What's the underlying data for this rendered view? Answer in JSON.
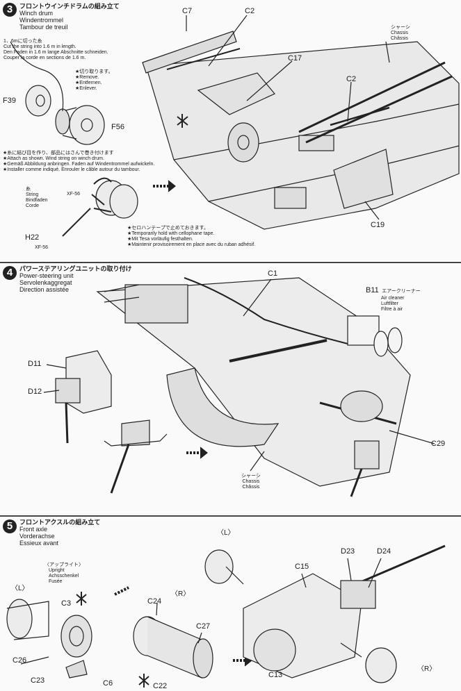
{
  "step3": {
    "number": "3",
    "title_jp": "フロントウインチドラムの組み立て",
    "title_en": "Winch drum",
    "title_de": "Windentrommel",
    "title_fr": "Tambour de treuil",
    "cut_jp": "1．6mに切った糸",
    "cut_en": "Cut the string into 1.6 m in length.",
    "cut_de": "Den Faden in 1.6 m lange Abschnitte schneiden.",
    "cut_fr": "Couper la corde en sections de 1.6 m.",
    "remove_jp": "★切り取ります。",
    "remove_en": "★Remove.",
    "remove_de": "★Entfernen.",
    "remove_fr": "★Enlever.",
    "attach_jp": "★糸に結び目を作り、部品にはさんで巻き付けます",
    "attach_en": "★Attach as shown. Wind string on winch drum.",
    "attach_de": "★Gemäß Abbildung anbringen. Faden auf Windentrommel aufwickeln.",
    "attach_fr": "★Installer comme indiqué. Enrouler le câble autour du tambour.",
    "string_jp": "糸",
    "string_en": "String",
    "string_de": "Bindfaden",
    "string_fr": "Corde",
    "tape_jp": "★セロハンテープで止めておきます。",
    "tape_en": "★Temporarily hold with cellophane tape.",
    "tape_de": "★Mit Tesa vorläufig festhalten.",
    "tape_fr": "★Maintenir provisoirement en place avec du ruban adhésif.",
    "chassis_jp": "シャーシ",
    "chassis_en": "Chassis",
    "chassis_fr": "Châssis",
    "parts": {
      "F39": "F39",
      "F56": "F56",
      "H22": "H22",
      "XF56a": "XF-56",
      "XF56b": "XF-56",
      "C7": "C7",
      "C2a": "C2",
      "C17": "C17",
      "C2b": "C2",
      "C19": "C19"
    }
  },
  "step4": {
    "number": "4",
    "title_jp": "パワーステアリングユニットの取り付け",
    "title_en": "Power-steering unit",
    "title_de": "Servolenkaggregat",
    "title_fr": "Direction assistée",
    "air_part": "B11",
    "air_jp": "エアークリーナー",
    "air_en": "Air cleaner",
    "air_de": "Luftfilter",
    "air_fr": "Filtre à air",
    "chassis_jp": "シャーシ",
    "chassis_en": "Chassis",
    "chassis_fr": "Châssis",
    "parts": {
      "C1": "C1",
      "D11": "D11",
      "D12": "D12",
      "C29": "C29"
    }
  },
  "step5": {
    "number": "5",
    "title_jp": "フロントアクスルの組み立て",
    "title_en": "Front axle",
    "title_de": "Vorderachse",
    "title_fr": "Essieux avant",
    "upright_jp": "〈アップライト〉",
    "upright_en": "Upright",
    "upright_de": "Achsschenkel",
    "upright_fr": "Fusée",
    "left": "〈L〉",
    "right": "〈R〉",
    "parts": {
      "C3": "C3",
      "C26": "C26",
      "C23": "C23",
      "C6": "C6",
      "C24": "C24",
      "C27": "C27",
      "C22": "C22",
      "C15": "C15",
      "C13": "C13",
      "D23": "D23",
      "D24": "D24"
    }
  },
  "colors": {
    "ink": "#1a1a1a",
    "paper": "#fafafa",
    "badge": "#222222"
  }
}
